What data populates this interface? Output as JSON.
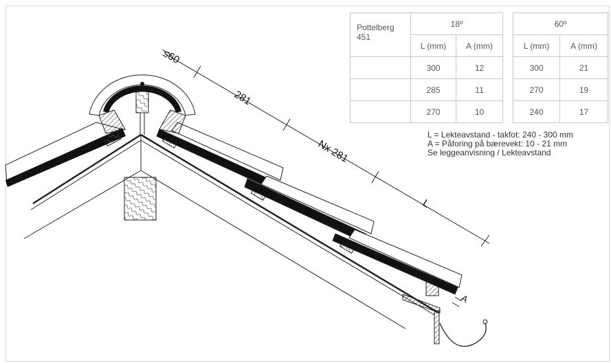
{
  "table_main": {
    "product_line1": "Pottelberg",
    "product_line2": "451",
    "angle": "18º",
    "col_l": "L (mm)",
    "col_a": "A (mm)",
    "rows": [
      [
        "300",
        "12"
      ],
      [
        "285",
        "11"
      ],
      [
        "270",
        "10"
      ]
    ]
  },
  "table_60": {
    "angle": "60º",
    "col_l": "L (mm)",
    "col_a": "A (mm)",
    "rows": [
      [
        "300",
        "21"
      ],
      [
        "270",
        "19"
      ],
      [
        "240",
        "17"
      ]
    ]
  },
  "legend": [
    "L = Lekteavstand - takfot: 240 - 300 mm",
    "A = Påforing på bærevekt: 10 - 21 mm",
    "Se leggeanvisning / Lekteavstand"
  ],
  "dimensions": {
    "angle": "≤60",
    "first": "281",
    "repeat": "Nx 281",
    "batten_spacing": "L",
    "counter_batten": "A"
  }
}
